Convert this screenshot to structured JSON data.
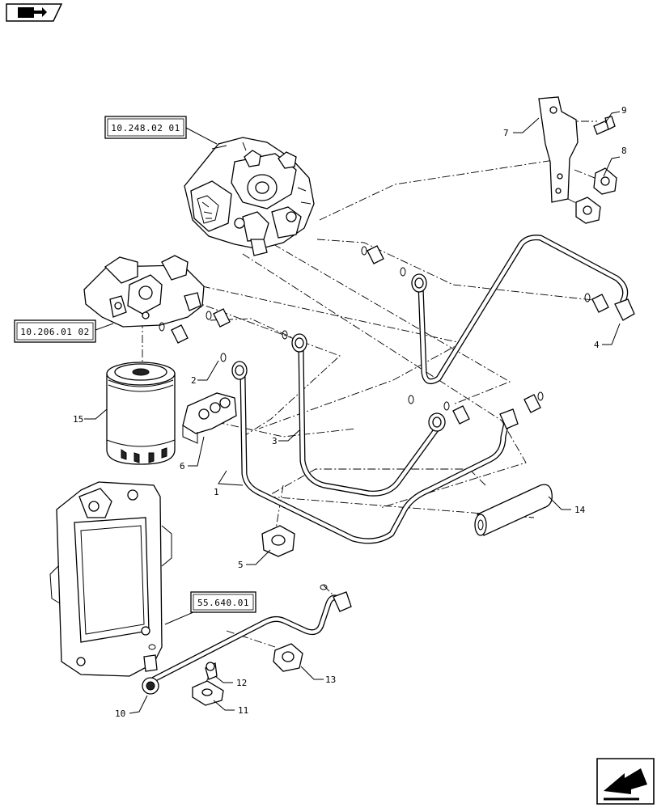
{
  "references": {
    "pump": "10.248.02 01",
    "filter_head": "10.206.01 02",
    "ecu": "55.640.01"
  },
  "callouts": {
    "c1": "1",
    "c2": "2",
    "c3": "3",
    "c4": "4",
    "c5": "5",
    "c6": "6",
    "c7": "7",
    "c8": "8",
    "c9": "9",
    "c10": "10",
    "c11": "11",
    "c12": "12",
    "c13": "13",
    "c14": "14",
    "c15": "15"
  },
  "icons": {
    "top_left": "book-navigation-icon",
    "bottom_right": "next-page-arrow-icon"
  }
}
